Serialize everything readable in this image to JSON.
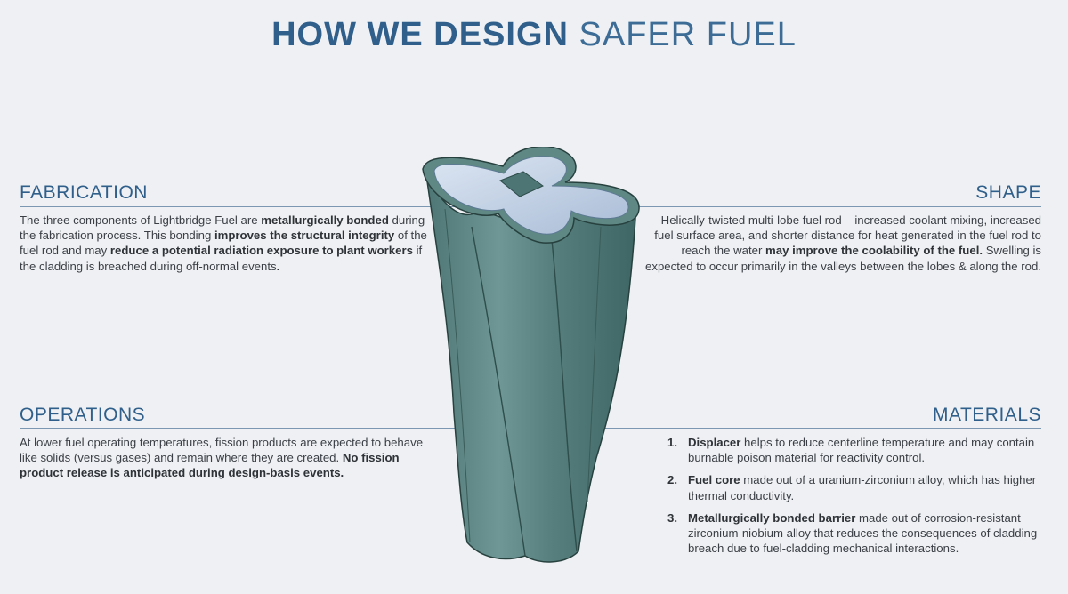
{
  "title": {
    "bold": "HOW WE DESIGN",
    "light": "SAFER FUEL"
  },
  "fabrication": {
    "heading": "FABRICATION",
    "parts": [
      {
        "t": "The three components of Lightbridge Fuel are ",
        "b": false
      },
      {
        "t": "metallurgically bonded",
        "b": true
      },
      {
        "t": " during the fabrication process. This bonding ",
        "b": false
      },
      {
        "t": "improves the structural integrity",
        "b": true
      },
      {
        "t": " of the fuel rod and may ",
        "b": false
      },
      {
        "t": "reduce a potential radiation exposure to plant workers",
        "b": true
      },
      {
        "t": " if the cladding is breached during off-normal events",
        "b": false
      },
      {
        "t": ".",
        "b": true
      }
    ]
  },
  "operations": {
    "heading": "OPERATIONS",
    "parts": [
      {
        "t": "At lower fuel operating temperatures, fission products are expected to behave like solids (versus gases) and remain where they are created. ",
        "b": false
      },
      {
        "t": "No fission product release is anticipated during design-basis events.",
        "b": true
      }
    ]
  },
  "shape": {
    "heading": "SHAPE",
    "parts": [
      {
        "t": "Helically-twisted multi-lobe fuel rod – increased coolant mixing, increased fuel surface area, and shorter distance for heat generated in the fuel rod to reach the water ",
        "b": false
      },
      {
        "t": "may improve the coolability of the fuel.",
        "b": true
      },
      {
        "t": " Swelling is expected to occur primarily in the valleys between the lobes & along the rod.",
        "b": false
      }
    ]
  },
  "materials": {
    "heading": "MATERIALS",
    "items": [
      {
        "num": "1.",
        "bold": "Displacer",
        "rest": " helps to reduce centerline temperature and may contain burnable poison material for reactivity control."
      },
      {
        "num": "2.",
        "bold": "Fuel core",
        "rest": " made out of a uranium-zirconium alloy, which has higher thermal conductivity."
      },
      {
        "num": "3.",
        "bold": "Metallurgically bonded barrier",
        "rest": " made out of corrosion-resistant zirconium-niobium alloy that reduces the consequences of cladding breach due to fuel-cladding mechanical interactions."
      }
    ]
  },
  "colors": {
    "heading": "#2f5f8a",
    "rod": "#5f8784",
    "rod_top": "#b9c8dd"
  }
}
